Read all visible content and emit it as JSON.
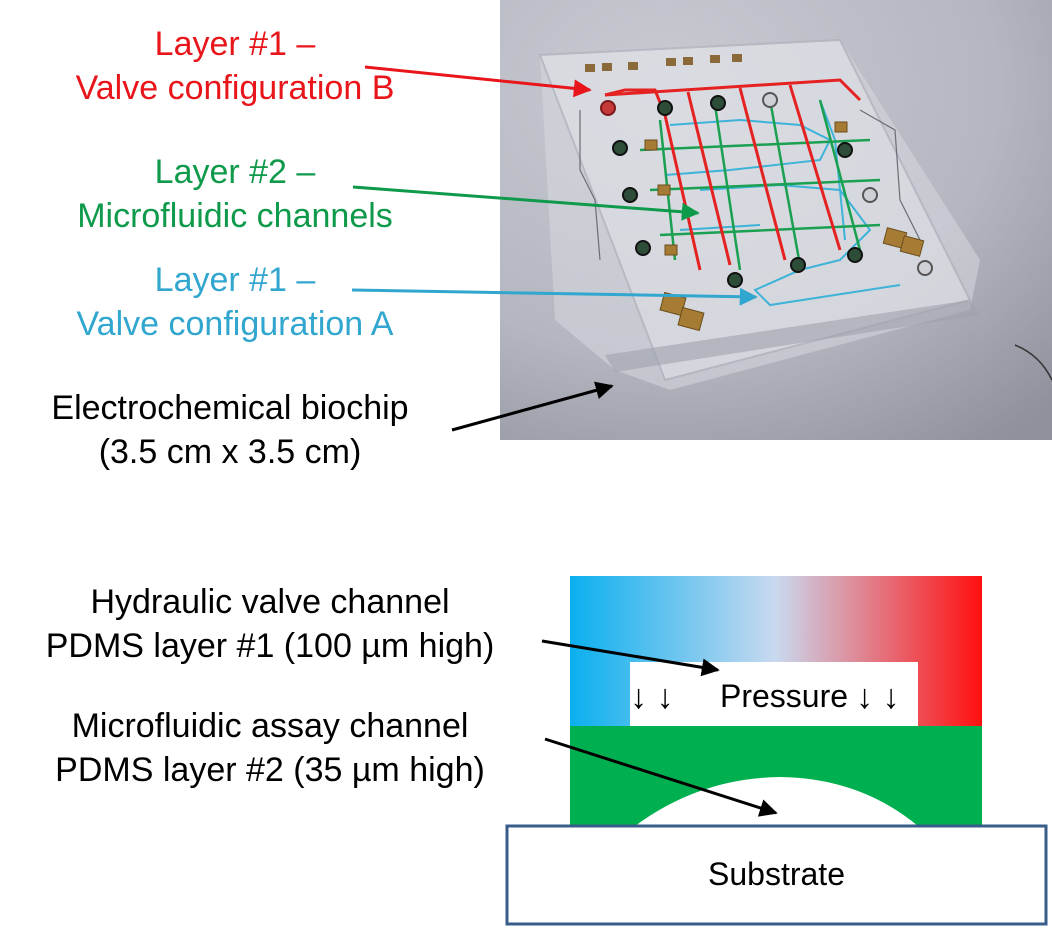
{
  "photo_labels": {
    "valve_b": {
      "line1": "Layer #1 –",
      "line2": "Valve configuration B",
      "color": "#e8151b"
    },
    "microfluidic": {
      "line1": "Layer #2 –",
      "line2": "Microfluidic channels",
      "color": "#0e9a4a"
    },
    "valve_a": {
      "line1": "Layer #1 –",
      "line2": "Valve configuration A",
      "color": "#31a6cf"
    },
    "biochip": {
      "line1": "Electrochemical biochip",
      "line2": "(3.5 cm x 3.5 cm)",
      "color": "#000000"
    }
  },
  "cross_section": {
    "hydraulic": {
      "line1": "Hydraulic valve channel",
      "line2": "PDMS layer #1 (100 µm high)"
    },
    "assay": {
      "line1": "Microfluidic assay channel",
      "line2": "PDMS layer #2 (35 µm high)"
    },
    "pressure_label": "Pressure",
    "pressure_arrows": "↓ ↓",
    "substrate_label": "Substrate",
    "colors": {
      "valve_left": "#0ab0ef",
      "valve_mid": "#c9d9ef",
      "valve_right": "#ff0f0f",
      "pdms2": "#00b050",
      "substrate_border": "#385d8a"
    }
  }
}
